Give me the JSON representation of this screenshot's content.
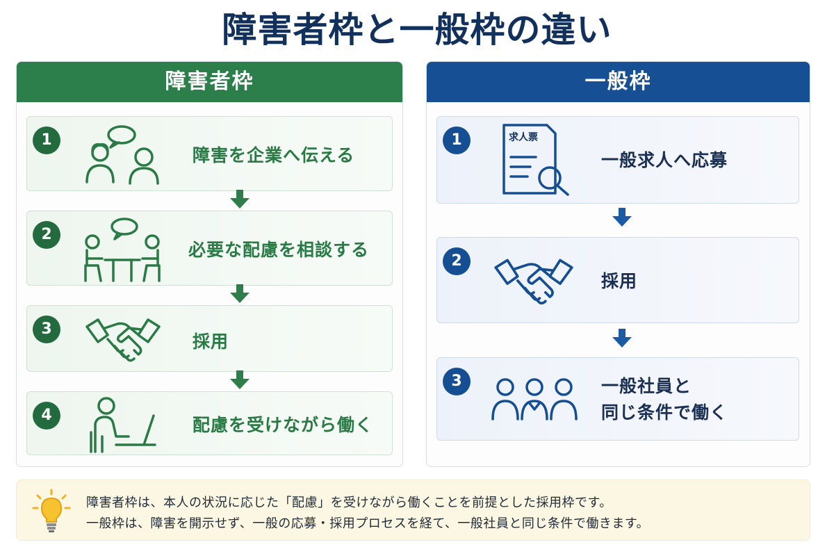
{
  "title": "障害者枠と一般枠の違い",
  "left": {
    "header": "障害者枠",
    "steps": [
      {
        "num": "1",
        "text": "障害を企業へ伝える",
        "icon": "people-chat-icon"
      },
      {
        "num": "2",
        "text": "必要な配慮を相談する",
        "icon": "meeting-table-icon"
      },
      {
        "num": "3",
        "text": "採用",
        "icon": "handshake-icon"
      },
      {
        "num": "4",
        "text": "配慮を受けながら働く",
        "icon": "person-laptop-icon"
      }
    ]
  },
  "right": {
    "header": "一般枠",
    "steps": [
      {
        "num": "1",
        "text": "一般求人へ応募",
        "icon": "job-posting-search-icon",
        "doc_label": "求人票"
      },
      {
        "num": "2",
        "text": "採用",
        "icon": "handshake-icon"
      },
      {
        "num": "3",
        "text_line1": "一般社員と",
        "text_line2": "同じ条件で働く",
        "icon": "group-people-icon"
      }
    ]
  },
  "note": {
    "line1": "障害者枠は、本人の状況に応じた「配慮」を受けながら働くことを前提とした採用枠です。",
    "line2": "一般枠は、障害を開示せず、一般の応募・採用プロセスを経て、一般社員と同じ条件で働きます。",
    "icon": "lightbulb-icon"
  },
  "colors": {
    "title": "#12305c",
    "green_header": "#2c7f4a",
    "green_text": "#2a7a46",
    "blue_header": "#164f93",
    "blue_text": "#1a2f52",
    "note_bg": "#fcf7e3",
    "bulb": "#f2b01e"
  }
}
